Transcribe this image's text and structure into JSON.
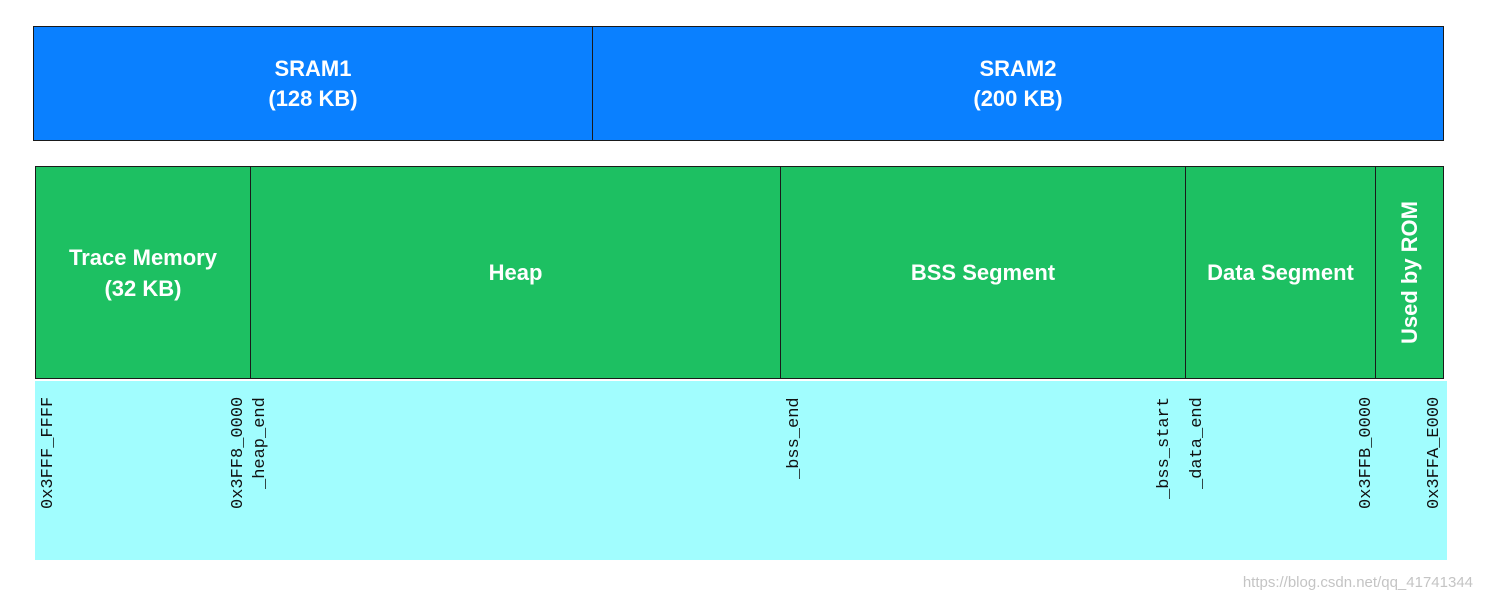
{
  "sram": [
    {
      "name": "SRAM1",
      "size": "(128 KB)"
    },
    {
      "name": "SRAM2",
      "size": "(200 KB)"
    }
  ],
  "segments": {
    "trace": {
      "label": "Trace Memory",
      "size": "(32 KB)"
    },
    "heap": {
      "label": "Heap"
    },
    "bss": {
      "label": "BSS Segment"
    },
    "data": {
      "label": "Data Segment"
    },
    "rom": {
      "label": "Used by ROM"
    }
  },
  "addresses": {
    "a0": "0x3FFF_FFFF",
    "a1": "0x3FF8_0000",
    "a2": "_heap_end",
    "a3": "_bss_end",
    "a4": "_bss_start",
    "a5": "_data_end",
    "a6": "0x3FFB_0000",
    "a7": "0x3FFA_E000"
  },
  "watermark": "https://blog.csdn.net/qq_41741344",
  "colors": {
    "sram": "#0a80ff",
    "segment": "#1dc062",
    "address_band": "#a1fdfe"
  }
}
